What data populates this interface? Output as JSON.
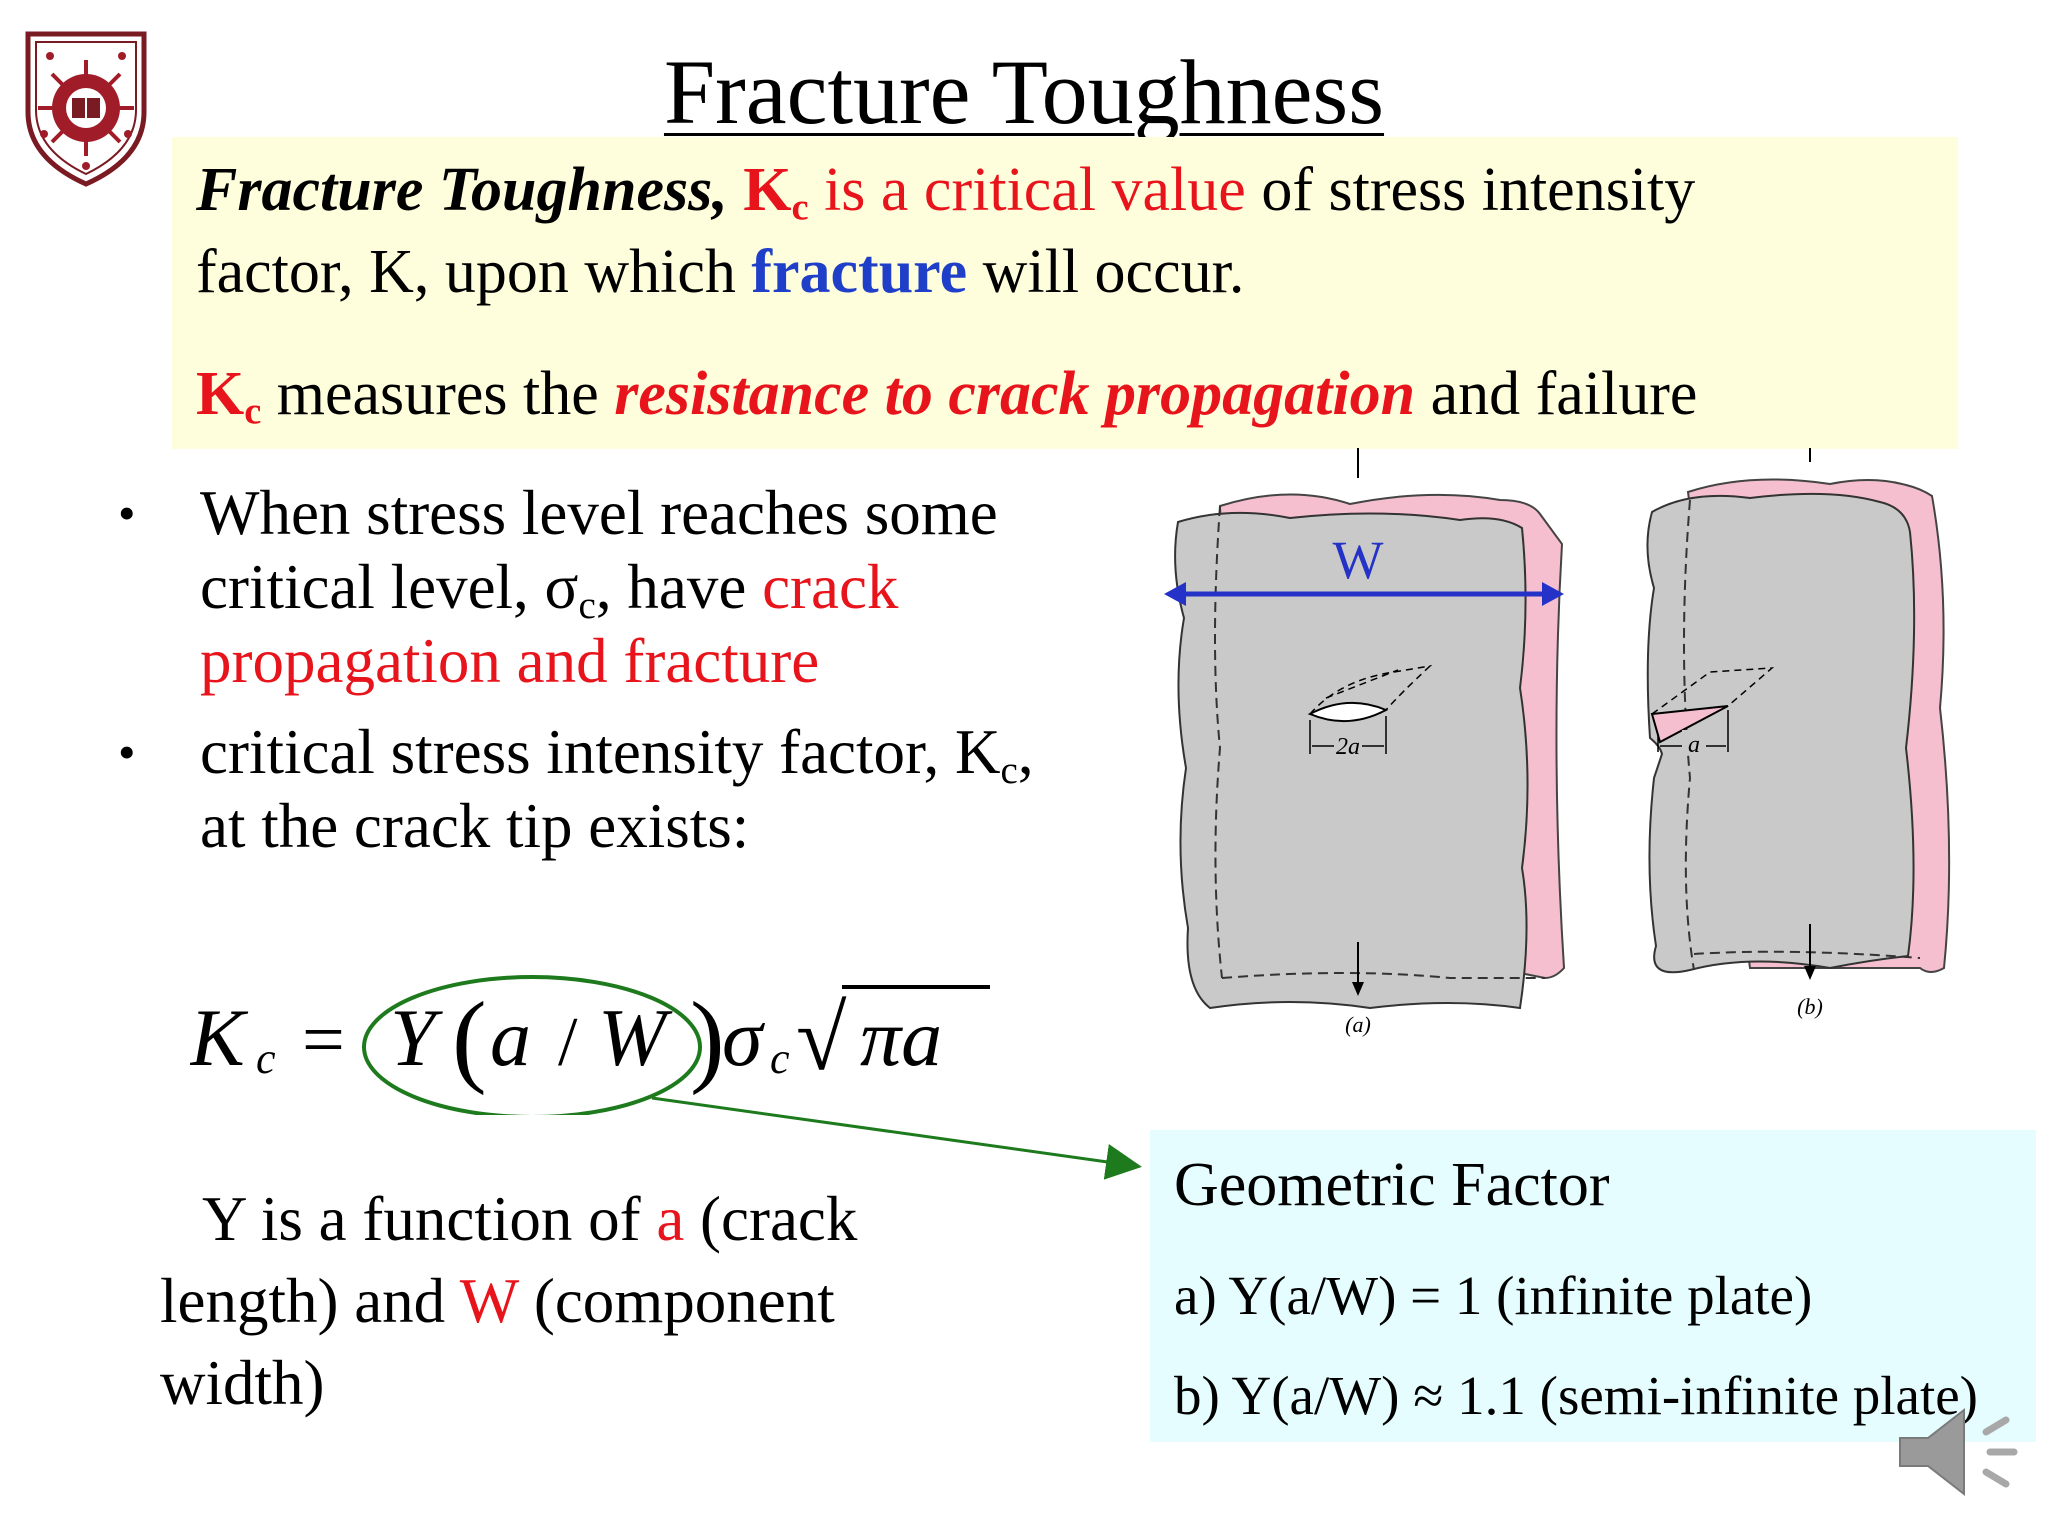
{
  "slide": {
    "title": "Fracture Toughness",
    "definition": {
      "term": "Fracture Toughness,",
      "symbol_main": "K",
      "symbol_sub": "c",
      "line1_red": " is a critical value",
      "line1_rest": " of stress intensity",
      "line2_start": "factor, K, upon which ",
      "line2_blue": "fracture",
      "line2_end": " will occur.",
      "line3_symbol_main": "K",
      "line3_symbol_sub": "c",
      "line3_mid": " measures the ",
      "line3_emph": "resistance to crack propagation",
      "line3_end": " and failure"
    },
    "bullets": [
      {
        "symbol": "•",
        "line1": "When stress level reaches some",
        "line2_start": "critical level, σ",
        "line2_sub": "c",
        "line2_mid": ", have ",
        "line2_red": "crack",
        "line3_red": "propagation and fracture"
      },
      {
        "symbol": "•",
        "line1_start": "critical stress intensity factor, K",
        "line1_sub": "c",
        "line1_end": ",",
        "line2": "at the crack tip exists:"
      }
    ],
    "formula": {
      "K": "K",
      "c1": "c",
      "equals": "=",
      "Y": "Y",
      "lparen": "(",
      "a": "a",
      "slash": "/",
      "W": "W",
      "rparen": ")",
      "sigma": "σ",
      "c2": "c",
      "sqrt": "√",
      "pia": "πa"
    },
    "y_function": {
      "l1_start": "Y is a function of ",
      "l1_red": "a",
      "l1_end": " (crack",
      "l2_start": "length) and ",
      "l2_red": "W",
      "l2_end": " (component",
      "l3": "width)"
    },
    "geometric_factor": {
      "title": "Geometric Factor",
      "line_a": "a) Y(a/W) = 1 (infinite plate)",
      "line_b": "b) Y(a/W) ≈ 1.1 (semi-infinite plate)"
    },
    "figure": {
      "width_label": "W",
      "crack_a_label": "2a",
      "crack_b_label": "a",
      "caption_a": "(a)",
      "caption_b": "(b)"
    },
    "colors": {
      "red": "#e8141c",
      "blue": "#1f3fc8",
      "definition_bg": "#fefedd",
      "geometric_bg": "#e5fdfe",
      "ellipse_green": "#1d7a1d",
      "plate_gray": "#c9c9c9",
      "plate_pink": "#f6bfcf"
    },
    "icons": [
      "university-crest-icon",
      "speaker-icon"
    ]
  }
}
